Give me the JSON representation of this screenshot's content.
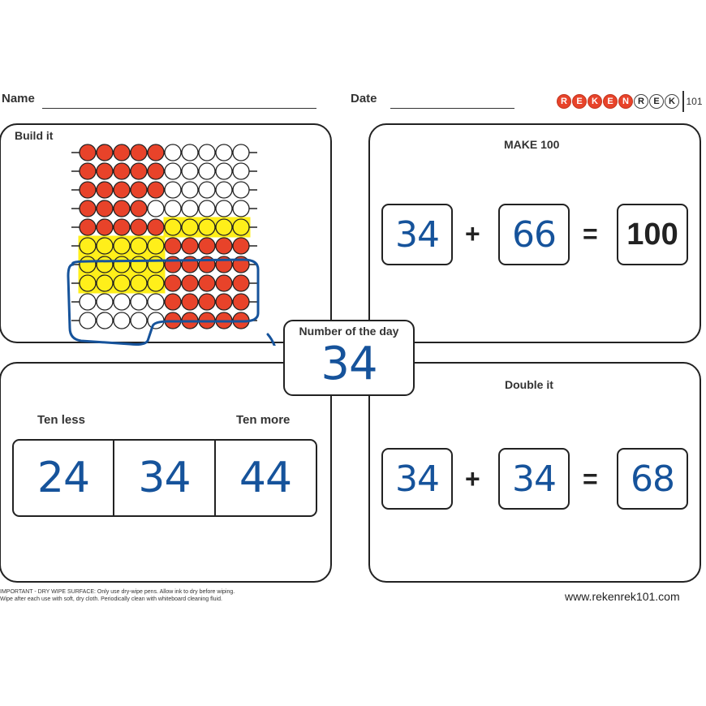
{
  "header": {
    "name_label": "Name",
    "date_label": "Date",
    "logo_letters": [
      "R",
      "E",
      "K",
      "E",
      "N",
      "R",
      "E",
      "K"
    ],
    "logo_colors": [
      "red",
      "red",
      "red",
      "red",
      "red",
      "white",
      "white",
      "white"
    ],
    "logo_suffix": "101"
  },
  "build_it": {
    "title": "Build it",
    "bead_colors": {
      "red": "#e8432a",
      "white": "#ffffff",
      "highlight": "#ffef1a",
      "ink": "#16539b"
    },
    "rows": [
      [
        "r",
        "r",
        "r",
        "r",
        "r",
        "w",
        "w",
        "w",
        "w",
        "w"
      ],
      [
        "r",
        "r",
        "r",
        "r",
        "r",
        "w",
        "w",
        "w",
        "w",
        "w"
      ],
      [
        "r",
        "r",
        "r",
        "r",
        "r",
        "w",
        "w",
        "w",
        "w",
        "w"
      ],
      [
        "r",
        "r",
        "r",
        "r",
        "w",
        "w",
        "w",
        "w",
        "w",
        "w"
      ],
      [
        "r",
        "r",
        "r",
        "r",
        "r",
        "y",
        "y",
        "y",
        "y",
        "y"
      ],
      [
        "y",
        "y",
        "y",
        "y",
        "y",
        "r",
        "r",
        "r",
        "r",
        "r"
      ],
      [
        "y",
        "y",
        "y",
        "y",
        "y",
        "r",
        "r",
        "r",
        "r",
        "r"
      ],
      [
        "y",
        "y",
        "y",
        "y",
        "y",
        "r",
        "r",
        "r",
        "r",
        "r"
      ],
      [
        "w",
        "w",
        "w",
        "w",
        "w",
        "r",
        "r",
        "r",
        "r",
        "r"
      ],
      [
        "w",
        "w",
        "w",
        "w",
        "w",
        "r",
        "r",
        "r",
        "r",
        "r"
      ]
    ]
  },
  "make_100": {
    "title": "MAKE 100",
    "a": "34",
    "plus": "+",
    "b": "66",
    "equals": "=",
    "result": "100"
  },
  "number_of_day": {
    "title": "Number of the day",
    "value": "34"
  },
  "ten": {
    "less_label": "Ten less",
    "more_label": "Ten more",
    "less_value": "24",
    "center_value": "34",
    "more_value": "44"
  },
  "double_it": {
    "title": "Double it",
    "a": "34",
    "plus": "+",
    "b": "34",
    "equals": "=",
    "result": "68"
  },
  "footer": {
    "note_line1": "IMPORTANT - DRY WIPE SURFACE: Only use dry-wipe pens. Allow ink to dry before wiping.",
    "note_line2": "Wipe after each use with soft, dry cloth. Periodically clean with whiteboard cleaning fluid.",
    "url": "www.rekenrek101.com"
  }
}
